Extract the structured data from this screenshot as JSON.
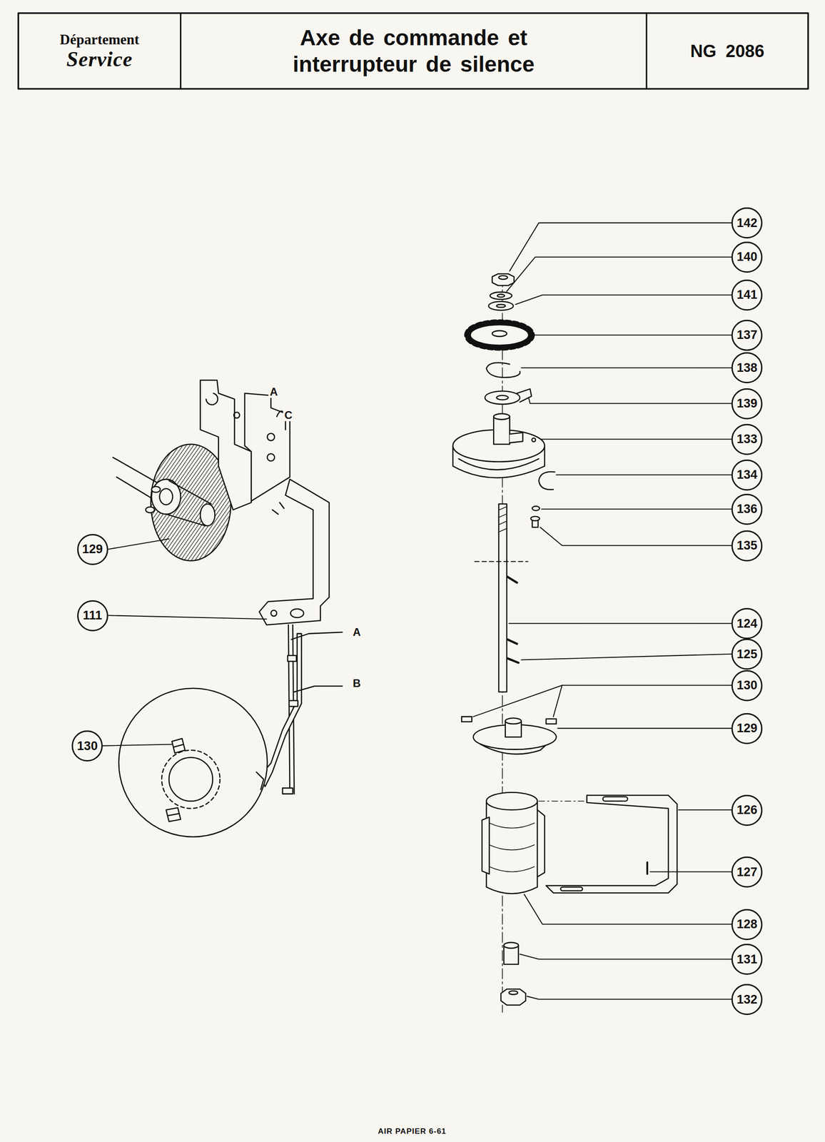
{
  "diagram": {
    "title": "Axe de commande et interrupteur de silence",
    "nodes": [
      {
        "text": [
          "Département",
          "Service"
        ]
      },
      {
        "text": [
          "NG 2086"
        ]
      },
      {
        "text": [
          "142"
        ]
      },
      {
        "text": [
          "140"
        ]
      },
      {
        "text": [
          "141"
        ]
      },
      {
        "text": [
          "137"
        ]
      },
      {
        "text": [
          "138"
        ]
      },
      {
        "text": [
          "139"
        ]
      },
      {
        "text": [
          "133"
        ]
      },
      {
        "text": [
          "134"
        ]
      },
      {
        "text": [
          "136"
        ]
      },
      {
        "text": [
          "135"
        ]
      },
      {
        "text": [
          "129"
        ]
      },
      {
        "text": [
          "111"
        ]
      },
      {
        "text": [
          "124"
        ]
      },
      {
        "text": [
          "125"
        ]
      },
      {
        "text": [
          "130"
        ]
      },
      {
        "text": [
          "129"
        ]
      },
      {
        "text": [
          "130"
        ]
      },
      {
        "text": [
          "126"
        ]
      },
      {
        "text": [
          "127"
        ]
      },
      {
        "text": [
          "128"
        ]
      },
      {
        "text": [
          "131"
        ]
      },
      {
        "text": [
          "132"
        ]
      }
    ],
    "labels": [
      "A",
      "C",
      "A",
      "B",
      "AIR PAPIER 6-61"
    ]
  }
}
